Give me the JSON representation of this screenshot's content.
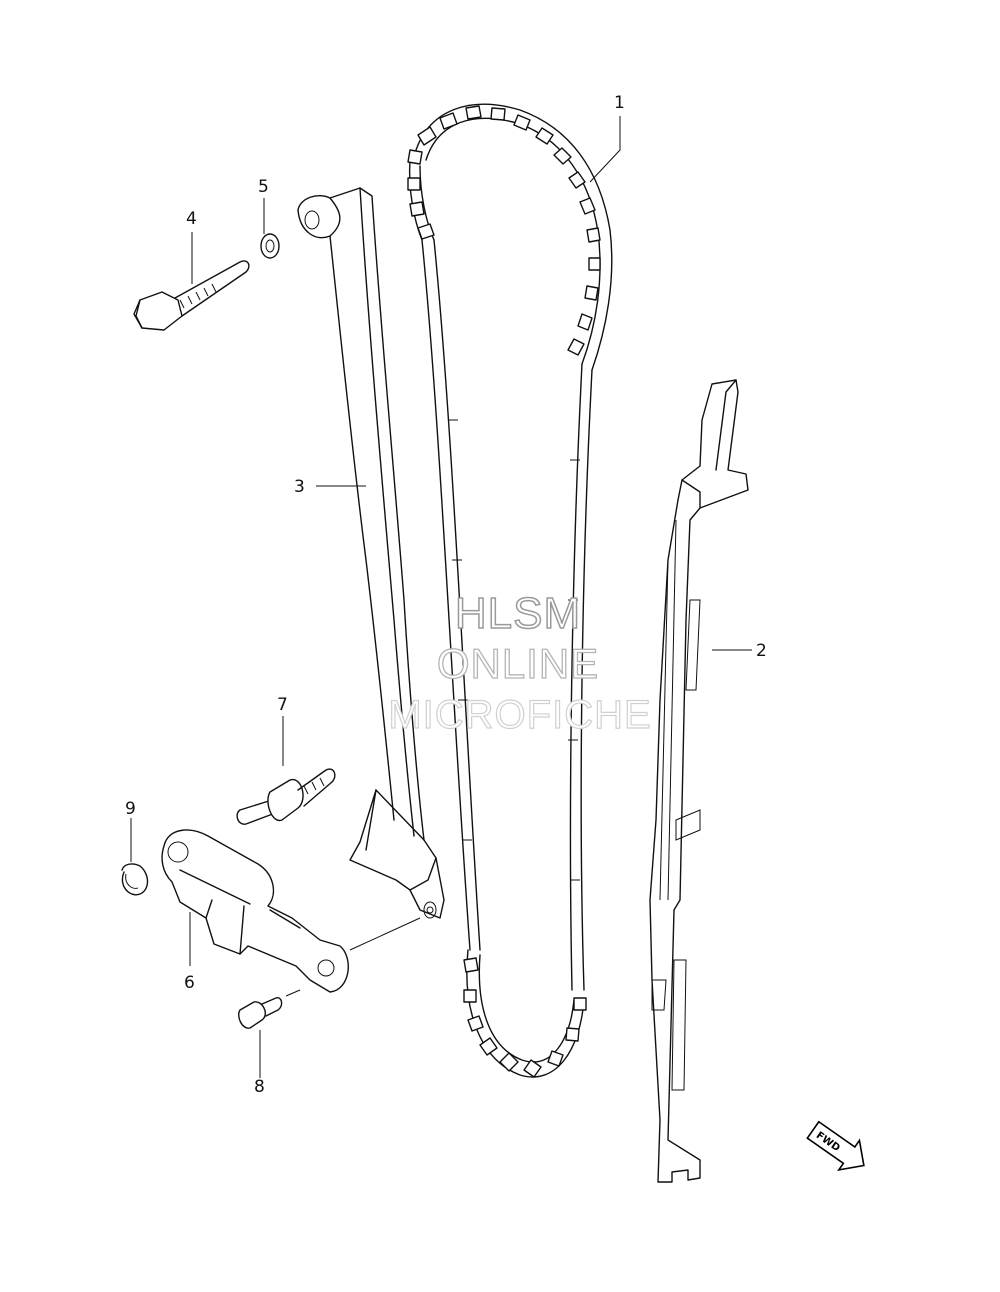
{
  "diagram": {
    "callouts": [
      {
        "id": "1",
        "label": "1"
      },
      {
        "id": "2",
        "label": "2"
      },
      {
        "id": "3",
        "label": "3"
      },
      {
        "id": "4",
        "label": "4"
      },
      {
        "id": "5",
        "label": "5"
      },
      {
        "id": "6",
        "label": "6"
      },
      {
        "id": "7",
        "label": "7"
      },
      {
        "id": "8",
        "label": "8"
      },
      {
        "id": "9",
        "label": "9"
      }
    ],
    "watermark": {
      "line1": "HLSM",
      "line2": "ONLINE",
      "line3": "MICROFICHE"
    },
    "direction_badge": "FWD",
    "colors": {
      "line": "#111111",
      "background": "#ffffff",
      "watermark": "#9a9a9a"
    }
  }
}
